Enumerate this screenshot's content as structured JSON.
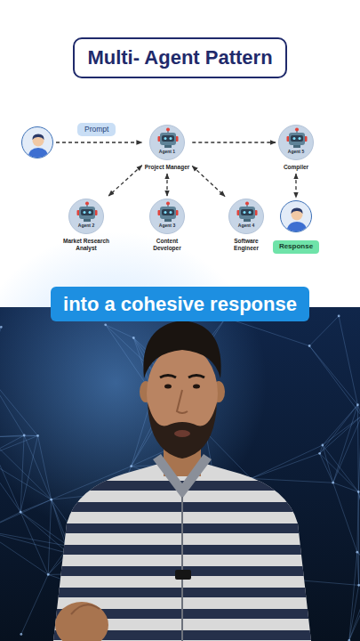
{
  "diagram": {
    "title": "Multi- Agent Pattern",
    "caption": "into a cohesive response",
    "nodes": [
      {
        "text": [
          "Prompt"
        ]
      },
      {
        "text": [
          "Agent 1",
          "Project Manager"
        ]
      },
      {
        "text": [
          "Agent 5",
          "Compiler"
        ]
      },
      {
        "text": [
          "Agent 2",
          "Market Research Analyst"
        ]
      },
      {
        "text": [
          "Agent 3",
          "Content Developer"
        ]
      },
      {
        "text": [
          "Agent 4",
          "Software Engineer"
        ]
      },
      {
        "text": [
          "Response"
        ]
      }
    ],
    "edges": [
      {
        "from": 0,
        "to": 1,
        "arrow": "to"
      },
      {
        "from": 1,
        "to": 2,
        "arrow": "to"
      },
      {
        "from": 1,
        "to": 3,
        "arrow": "both"
      },
      {
        "from": 1,
        "to": 4,
        "arrow": "both"
      },
      {
        "from": 1,
        "to": 5,
        "arrow": "both"
      },
      {
        "from": 2,
        "to": 6,
        "arrow": "both"
      }
    ]
  }
}
